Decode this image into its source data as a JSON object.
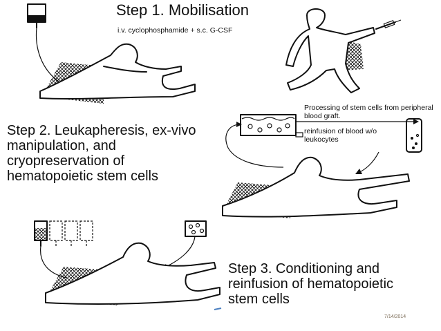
{
  "step1": {
    "title": "Step 1. Mobilisation",
    "subtitle": "i.v. cyclophosphamide + s.c. G-CSF"
  },
  "step2": {
    "title": "Step 2. Leukapheresis, ex-vivo manipulation, and cryopreservation of hematopoietic stem cells",
    "processing_caption": "Processing of stem cells from peripheral blood graft.",
    "reinfusion_caption": "reinfusion of blood w/o leukocytes"
  },
  "step3": {
    "title": "Step 3. Conditioning and reinfusion of hematopoietic stem cells"
  },
  "footer": {
    "date": "7/14/2014"
  },
  "colors": {
    "line": "#111111",
    "date_text": "#7a6a55",
    "background": "#ffffff"
  }
}
